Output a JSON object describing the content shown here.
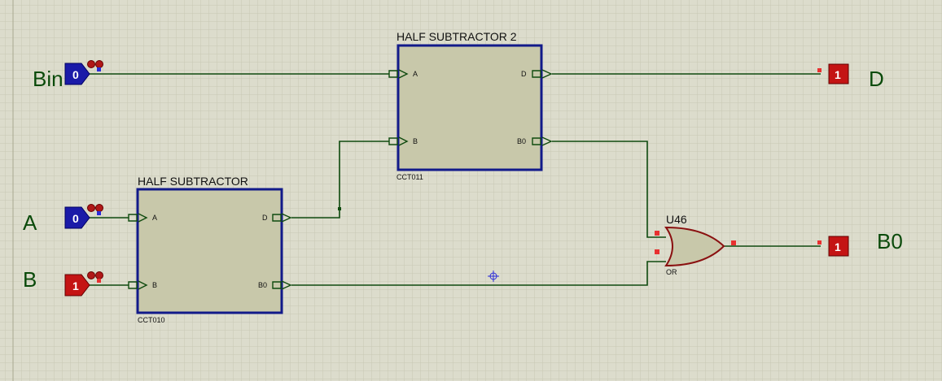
{
  "inputs": {
    "bin": {
      "label": "Bin",
      "value": "0",
      "color": "#1a1aa8"
    },
    "a": {
      "label": "A",
      "value": "0",
      "color": "#1a1aa8"
    },
    "b": {
      "label": "B",
      "value": "1",
      "color": "#c41414"
    }
  },
  "outputs": {
    "d": {
      "label": "D",
      "value": "1",
      "color": "#c41414"
    },
    "b0": {
      "label": "B0",
      "value": "1",
      "color": "#c41414"
    }
  },
  "blocks": {
    "hs1": {
      "title": "HALF SUBTRACTOR",
      "ref": "CCT010",
      "pin_a": "A",
      "pin_b": "B",
      "pin_d": "D",
      "pin_b0": "B0"
    },
    "hs2": {
      "title": "HALF SUBTRACTOR 2",
      "ref": "CCT011",
      "pin_a": "A",
      "pin_b": "B",
      "pin_d": "D",
      "pin_b0": "B0"
    }
  },
  "gate": {
    "ref": "U46",
    "type": "OR"
  },
  "colors": {
    "grid_minor": "#c8c8b4",
    "grid_major": "#b2b29a",
    "wire": "#0e4a0e",
    "block_fill": "#c8c8aa",
    "block_border": "#121a8a",
    "gate_stroke": "#8a1010",
    "gate_fill": "#c8c8aa",
    "logic_high": "#e83030",
    "logic_low": "#2a2ad8"
  }
}
